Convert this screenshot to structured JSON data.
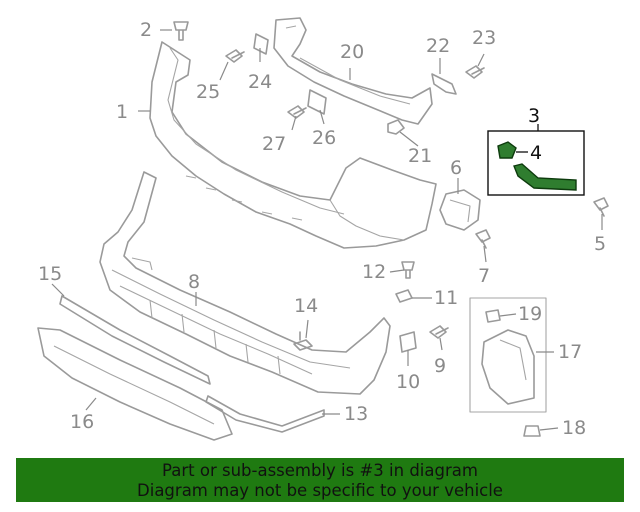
{
  "diagram": {
    "highlighted_part": "3",
    "callouts": [
      "1",
      "2",
      "3",
      "4",
      "5",
      "6",
      "7",
      "8",
      "9",
      "10",
      "11",
      "12",
      "13",
      "14",
      "15",
      "16",
      "17",
      "18",
      "19",
      "20",
      "21",
      "22",
      "23",
      "24",
      "25",
      "26",
      "27"
    ],
    "colors": {
      "highlight": "#2f7d2f",
      "banner_bg": "#1f7a11",
      "line": "#9a9a9a"
    }
  },
  "banner": {
    "line1": "Part or sub-assembly is #3 in diagram",
    "line2": "Diagram may not be specific to your vehicle"
  }
}
